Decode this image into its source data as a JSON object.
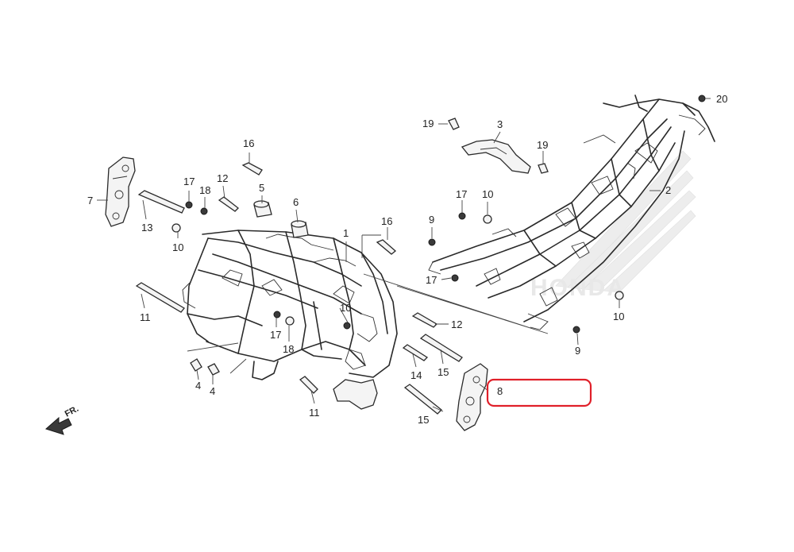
{
  "diagram": {
    "callouts": [
      {
        "id": "c1",
        "text": "1"
      },
      {
        "id": "c2",
        "text": "2"
      },
      {
        "id": "c3",
        "text": "3"
      },
      {
        "id": "c4a",
        "text": "4"
      },
      {
        "id": "c4b",
        "text": "4"
      },
      {
        "id": "c5",
        "text": "5"
      },
      {
        "id": "c6",
        "text": "6"
      },
      {
        "id": "c7",
        "text": "7"
      },
      {
        "id": "c8",
        "text": "8"
      },
      {
        "id": "c9a",
        "text": "9"
      },
      {
        "id": "c9b",
        "text": "9"
      },
      {
        "id": "c10a",
        "text": "10"
      },
      {
        "id": "c10b",
        "text": "10"
      },
      {
        "id": "c10c",
        "text": "10"
      },
      {
        "id": "c10d",
        "text": "10"
      },
      {
        "id": "c11a",
        "text": "11"
      },
      {
        "id": "c11b",
        "text": "11"
      },
      {
        "id": "c12a",
        "text": "12"
      },
      {
        "id": "c12b",
        "text": "12"
      },
      {
        "id": "c13",
        "text": "13"
      },
      {
        "id": "c14",
        "text": "14"
      },
      {
        "id": "c15a",
        "text": "15"
      },
      {
        "id": "c15b",
        "text": "15"
      },
      {
        "id": "c16a",
        "text": "16"
      },
      {
        "id": "c16b",
        "text": "16"
      },
      {
        "id": "c17a",
        "text": "17"
      },
      {
        "id": "c17b",
        "text": "17"
      },
      {
        "id": "c17c",
        "text": "17"
      },
      {
        "id": "c17d",
        "text": "17"
      },
      {
        "id": "c18a",
        "text": "18"
      },
      {
        "id": "c18b",
        "text": "18"
      },
      {
        "id": "c19a",
        "text": "19"
      },
      {
        "id": "c19b",
        "text": "19"
      },
      {
        "id": "c20",
        "text": "20"
      }
    ],
    "direction_label": "FR.",
    "watermark": "HONDA",
    "highlight_color": "#e0202a"
  }
}
